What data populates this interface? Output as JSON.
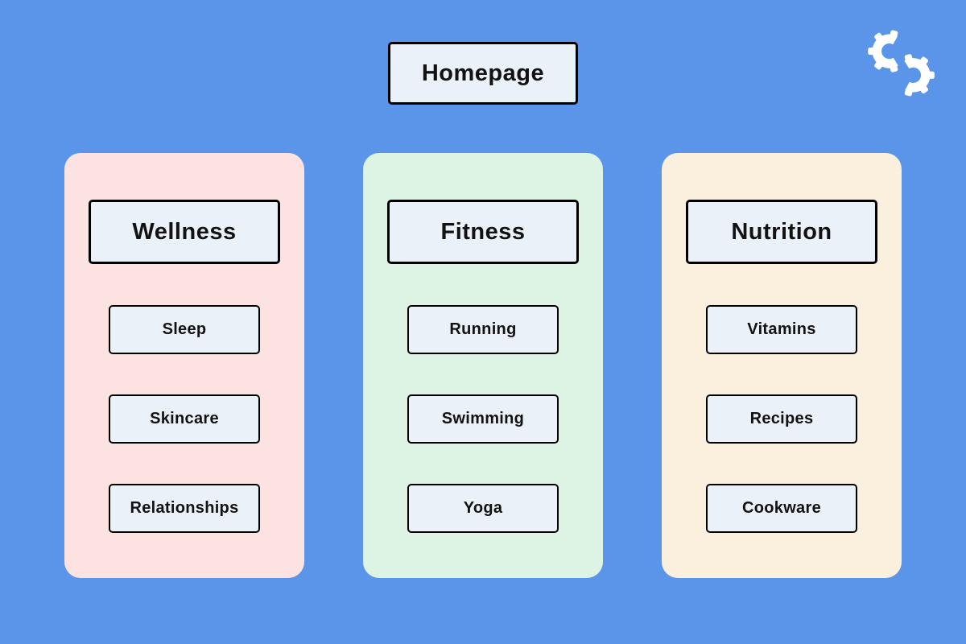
{
  "homepage": {
    "label": "Homepage"
  },
  "logo": {
    "icon": "interlocking-gears"
  },
  "columns": [
    {
      "label": "Wellness",
      "bg": "#fce3e1",
      "items": [
        "Sleep",
        "Skincare",
        "Relationships"
      ]
    },
    {
      "label": "Fitness",
      "bg": "#ddf4e5",
      "items": [
        "Running",
        "Swimming",
        "Yoga"
      ]
    },
    {
      "label": "Nutrition",
      "bg": "#faf0dd",
      "items": [
        "Vitamins",
        "Recipes",
        "Cookware"
      ]
    }
  ],
  "colors": {
    "background": "#5b95e9",
    "node_fill": "#eaf1f8",
    "node_border": "#000000",
    "text": "#121212",
    "logo": "#ffffff"
  }
}
